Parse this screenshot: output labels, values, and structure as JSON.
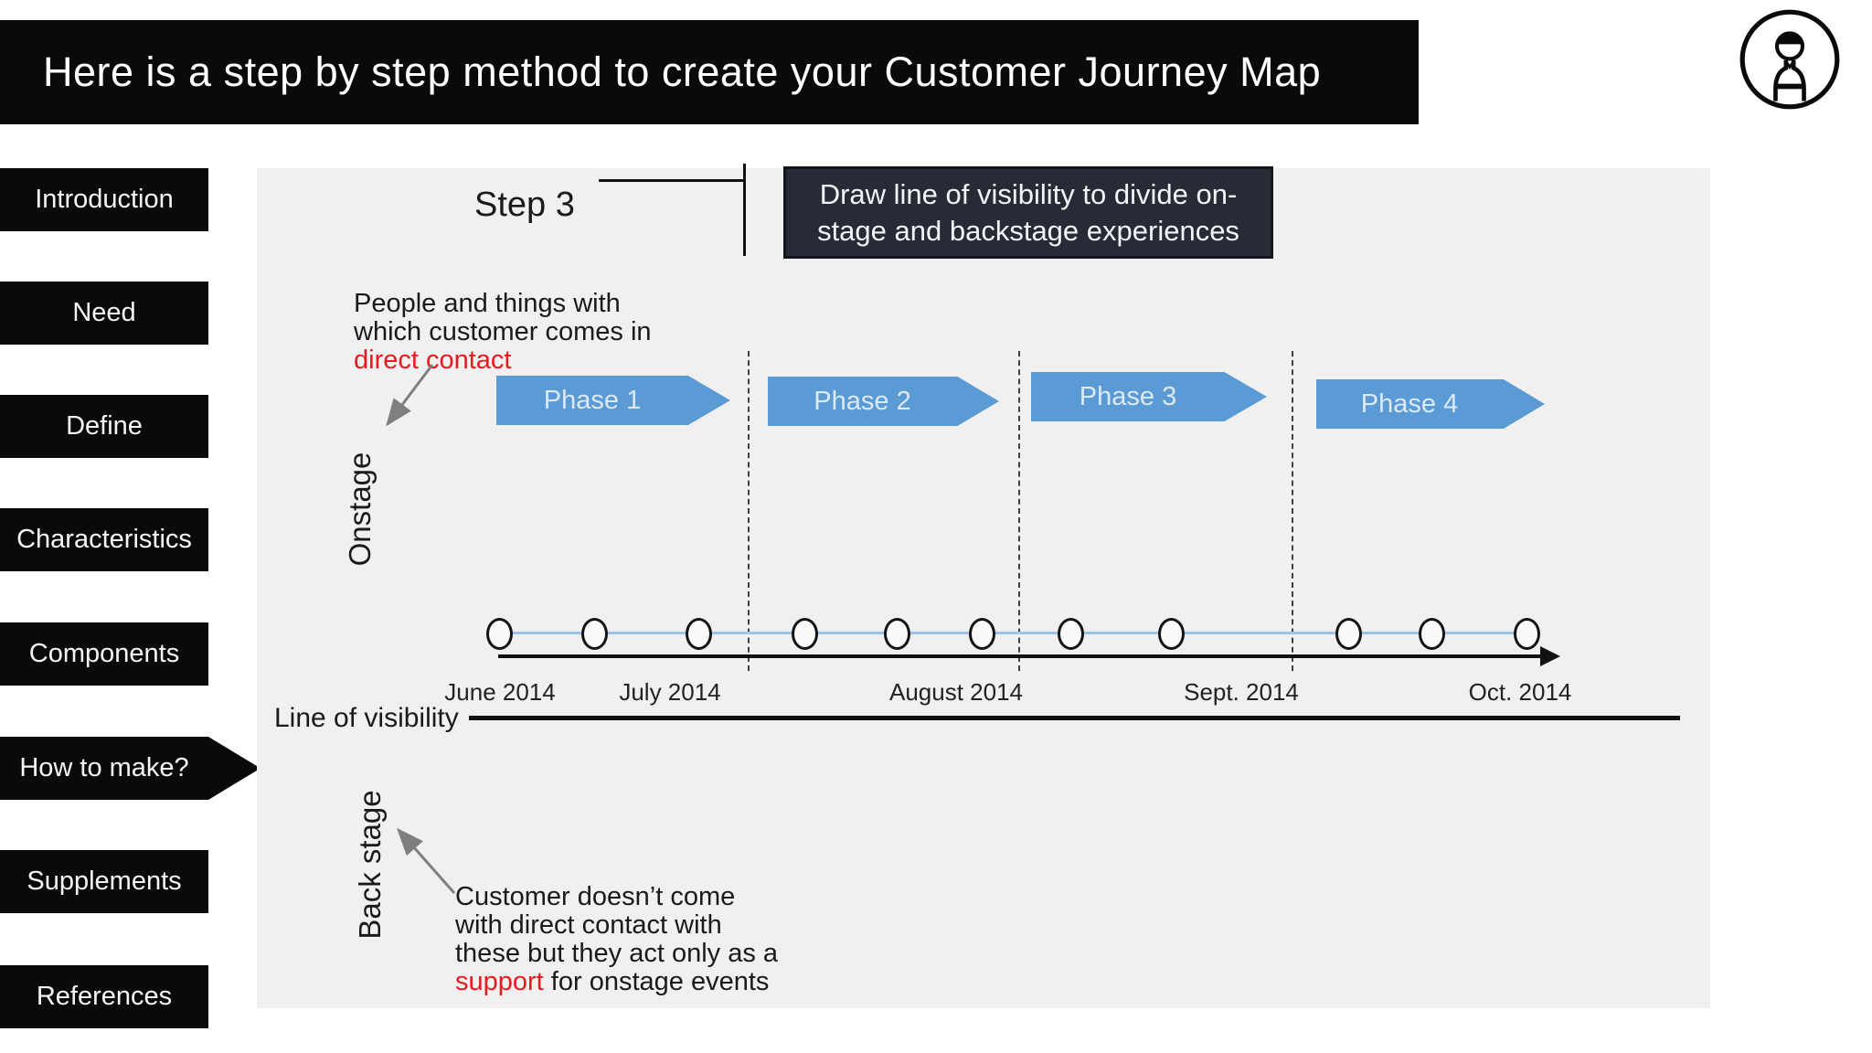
{
  "slide": {
    "title": "Here is a step by step method to create your Customer Journey Map"
  },
  "logo_icon": "person-avatar-icon",
  "sidebar": {
    "items": [
      {
        "label": "Introduction",
        "active": false
      },
      {
        "label": "Need",
        "active": false
      },
      {
        "label": "Define",
        "active": false
      },
      {
        "label": "Characteristics",
        "active": false
      },
      {
        "label": "Components",
        "active": false
      },
      {
        "label": "How to make?",
        "active": true
      },
      {
        "label": "Supplements",
        "active": false
      },
      {
        "label": "References",
        "active": false
      }
    ]
  },
  "content": {
    "step_label": "Step 3",
    "callout_text": "Draw line of visibility to divide on-stage and backstage experiences",
    "onstage_note": {
      "line1": "People and things with",
      "line2": "which customer comes in",
      "highlight": "direct contact"
    },
    "stage_labels": {
      "onstage": "Onstage",
      "backstage": "Back stage"
    },
    "phases": [
      {
        "label": "Phase 1"
      },
      {
        "label": "Phase 2"
      },
      {
        "label": "Phase 3"
      },
      {
        "label": "Phase 4"
      }
    ],
    "timeline": {
      "months": [
        "June 2014",
        "July 2014",
        "August 2014",
        "Sept. 2014",
        "Oct. 2014"
      ],
      "marker_count": 11
    },
    "line_of_visibility": "Line of visibility",
    "backstage_note": {
      "line1": "Customer doesn’t come",
      "line2": "with direct contact with",
      "line3": "these but they act only as a",
      "highlight": "support",
      "line4_rest": " for onstage events"
    }
  },
  "colors": {
    "bar_black": "#0a0a0a",
    "panel_gray": "#f1f0f1",
    "accent_blue": "#5b9bd5",
    "phase_text": "#dce9f7",
    "callout_bg": "#262b36",
    "highlight_red": "#e8191f",
    "timeline_blue": "#9cc2e5"
  }
}
